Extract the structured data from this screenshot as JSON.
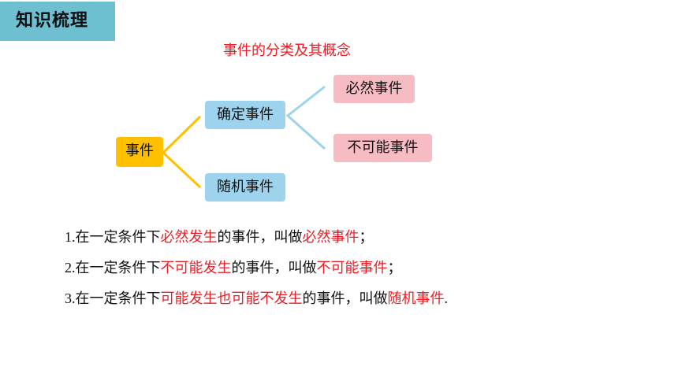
{
  "header": {
    "title": "知识梳理",
    "bg_color": "#6ec0d1"
  },
  "diagram": {
    "title": "事件的分类及其概念",
    "root": "事件",
    "certain": "确定事件",
    "random": "随机事件",
    "sure": "必然事件",
    "impossible": "不可能事件",
    "colors": {
      "root": "#ffc000",
      "category": "#9dd3ed",
      "sub": "#f7bcc3",
      "title": "#ee1c25"
    }
  },
  "definitions": [
    {
      "num": "1.",
      "prefix": "在一定条件下",
      "highlight": "必然发生",
      "middle": "的事件，叫做",
      "term": "必然事件",
      "end": "；"
    },
    {
      "num": "2.",
      "prefix": "在一定条件下",
      "highlight": "不可能发生",
      "middle": "的事件，叫做",
      "term": "不可能事件",
      "end": "；"
    },
    {
      "num": "3.",
      "prefix": "在一定条件下",
      "highlight": "可能发生也可能不发生",
      "middle": "的事件，叫做",
      "term": "随机事件",
      "end": "."
    }
  ],
  "highlight_color": "#ee1c25"
}
